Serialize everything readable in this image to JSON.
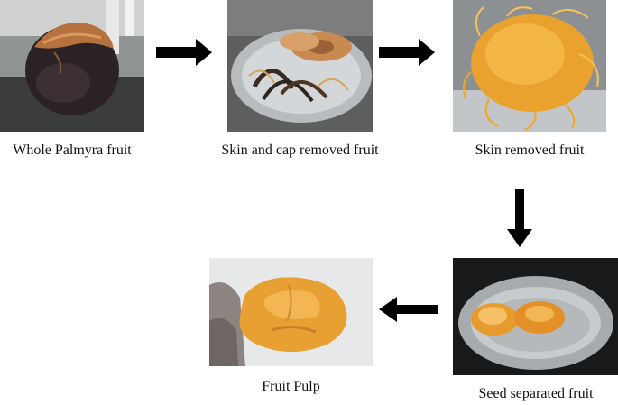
{
  "steps": {
    "whole": {
      "label": "Whole Palmyra fruit",
      "image": "whole-palmyra-fruit-photo"
    },
    "skin_cap_removed": {
      "label": "Skin and cap removed fruit",
      "image": "skin-and-cap-removed-photo"
    },
    "skin_removed": {
      "label": "Skin removed fruit",
      "image": "skin-removed-fruit-photo"
    },
    "seed_separated": {
      "label": "Seed separated fruit",
      "image": "seed-separated-fruit-photo"
    },
    "pulp": {
      "label": "Fruit Pulp",
      "image": "fruit-pulp-photo"
    }
  },
  "arrows": [
    "arrow-right-icon",
    "arrow-right-icon",
    "arrow-down-icon",
    "arrow-left-icon"
  ],
  "colors": {
    "arrow": "#000000",
    "pulp": "#e9a033",
    "fiber": "#f0a820",
    "fruit_dark": "#2a2226",
    "plate": "#b9bcbf"
  }
}
